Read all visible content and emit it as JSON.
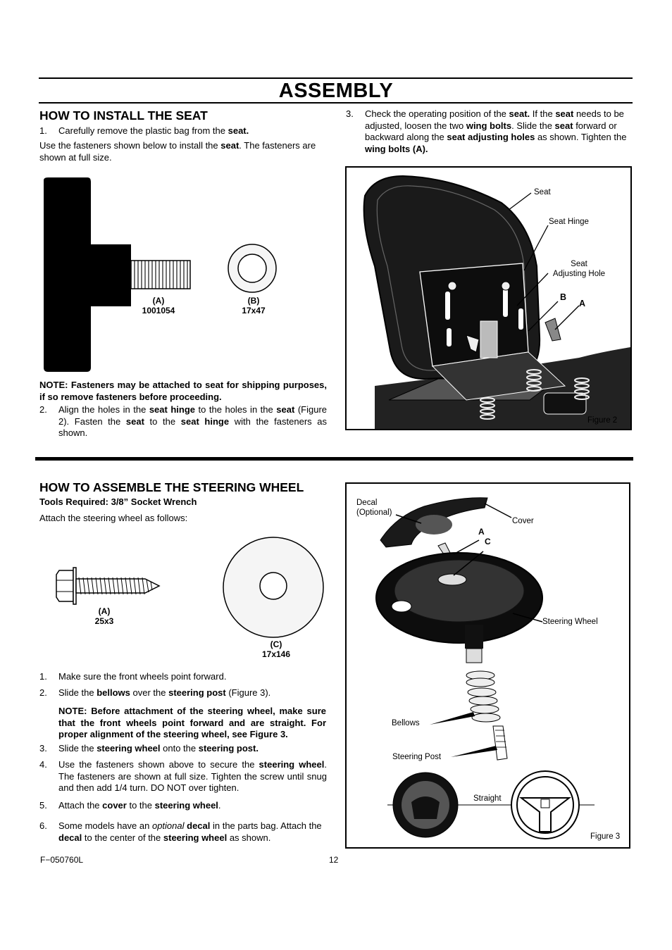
{
  "header": {
    "title": "ASSEMBLY"
  },
  "seat_section": {
    "heading": "HOW TO INSTALL THE SEAT",
    "step1": {
      "num": "1.",
      "pre": "Carefully remove the plastic bag from the ",
      "b1": "seat."
    },
    "fasteners_para": {
      "pre": "Use the fasteners shown below to install the ",
      "b1": "seat",
      "post": ". The fasteners are shown at full size."
    },
    "part_a": {
      "id": "(A)",
      "number": "1001054"
    },
    "part_b": {
      "id": "(B)",
      "number": "17x47"
    },
    "note": "NOTE: Fasteners may be attached to seat for shipping purposes, if so remove fasteners before proceeding.",
    "step2": {
      "num": "2.",
      "t1": "Align the holes in the ",
      "b1": "seat hinge",
      "t2": " to the holes in the ",
      "b2": "seat",
      "t3": " (Figure 2). Fasten the ",
      "b3": "seat",
      "t4": " to the ",
      "b4": "seat hinge",
      "t5": " with the fasteners as shown."
    },
    "step3": {
      "num": "3.",
      "t1": "Check the operating position of the ",
      "b1": "seat.",
      "t2": " If the ",
      "b2": "seat",
      "t3": " needs to be adjusted, loosen the two ",
      "b3": "wing bolts",
      "t4": ". Slide the ",
      "b4": "seat",
      "t5": " forward or backward along the ",
      "b5": "seat adjusting holes",
      "t6": " as shown. Tighten the ",
      "b6": "wing bolts (A)."
    },
    "figure2": {
      "seat": "Seat",
      "seat_hinge": "Seat Hinge",
      "seat_adjusting_hole_1": "Seat",
      "seat_adjusting_hole_2": "Adjusting Hole",
      "b": "B",
      "a": "A",
      "caption": "Figure 2"
    }
  },
  "wheel_section": {
    "heading": "HOW TO ASSEMBLE THE STEERING WHEEL",
    "tools": "Tools Required: 3/8” Socket Wrench",
    "intro": "Attach the steering wheel as follows:",
    "part_a": {
      "id": "(A)",
      "number": "25x3"
    },
    "part_c": {
      "id": "(C)",
      "number": "17x146"
    },
    "step1": {
      "num": "1.",
      "text": "Make sure the front wheels point forward."
    },
    "step2": {
      "num": "2.",
      "t1": "Slide the ",
      "b1": "bellows",
      "t2": " over the ",
      "b2": "steering post",
      "t3": " (Figure 3)."
    },
    "note": "NOTE: Before attachment of the steering wheel, make sure that the front wheels point forward and are straight. For proper alignment of the steering wheel, see Figure 3.",
    "step3": {
      "num": "3.",
      "t1": "Slide the ",
      "b1": "steering wheel",
      "t2": " onto the ",
      "b2": "steering post."
    },
    "step4": {
      "num": "4.",
      "t1": "Use the fasteners shown above to secure the ",
      "b1": "steering wheel",
      "t2": ". The fasteners are shown at full size. Tighten the screw until snug and then add 1/4 turn. DO NOT over tighten."
    },
    "step5": {
      "num": "5.",
      "t1": "Attach the ",
      "b1": "cover",
      "t2": " to the ",
      "b2": "steering wheel",
      "t3": "."
    },
    "step6": {
      "num": "6.",
      "t1": "Some models have an ",
      "i1": "optional",
      "b1": " decal",
      "t2": " in the parts bag. Attach the ",
      "b2": "decal",
      "t3": " to the center of the ",
      "b3": "steering wheel",
      "t4": " as shown."
    },
    "figure3": {
      "decal_1": "Decal",
      "decal_2": "(Optional)",
      "cover": "Cover",
      "a": "A",
      "c": "C",
      "steering_wheel": "Steering Wheel",
      "bellows": "Bellows",
      "steering_post": "Steering Post",
      "straight": "Straight",
      "caption": "Figure 3"
    }
  },
  "footer": {
    "code": "F−050760L",
    "page": "12"
  }
}
